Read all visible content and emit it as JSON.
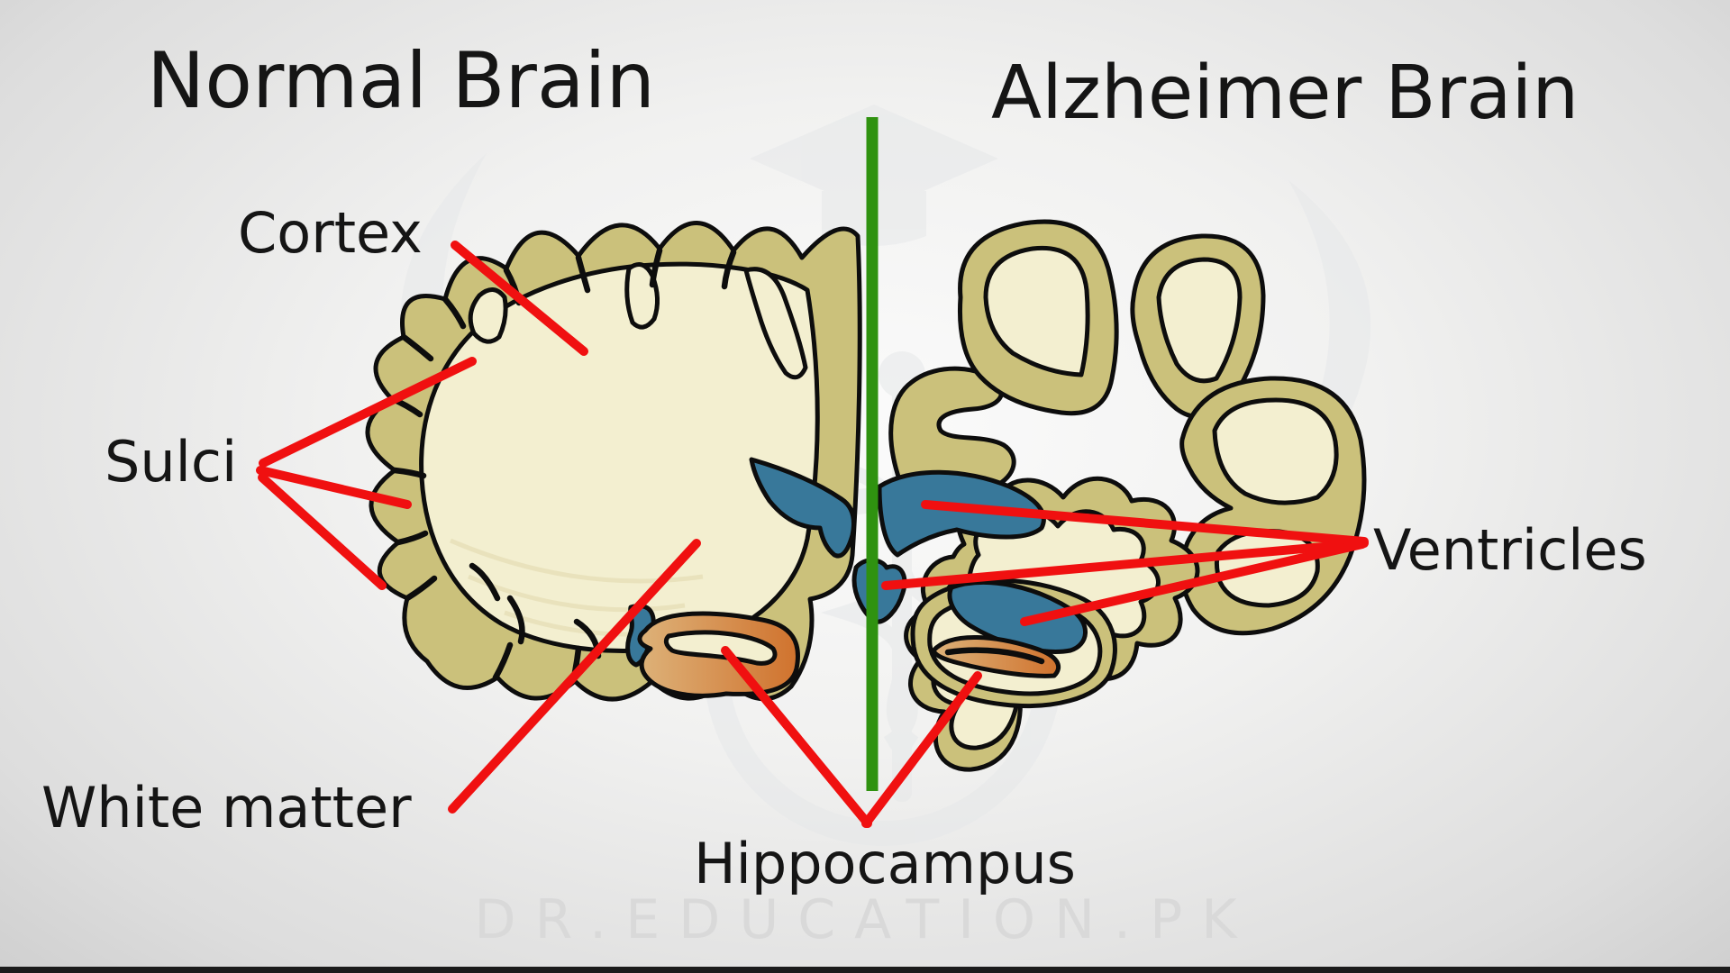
{
  "titles": {
    "left": "Normal Brain",
    "right": "Alzheimer Brain"
  },
  "labels": {
    "cortex": "Cortex",
    "sulci": "Sulci",
    "white_matter": "White matter",
    "hippocampus": "Hippocampus",
    "ventricles": "Ventricles"
  },
  "watermark": {
    "text": "DR.EDUCATION.PK"
  },
  "colors": {
    "cortex": "#cbc17b",
    "cream": "#f3efd0",
    "ventricle": "#38789a",
    "hippo1": "#ddb279",
    "hippo2": "#d0722d",
    "green": "#2f9210",
    "red": "#f01010",
    "outline": "#0d0d0d",
    "text": "#151515",
    "watermark": "#d9d9d9",
    "wshape": "#e6e8e9"
  }
}
